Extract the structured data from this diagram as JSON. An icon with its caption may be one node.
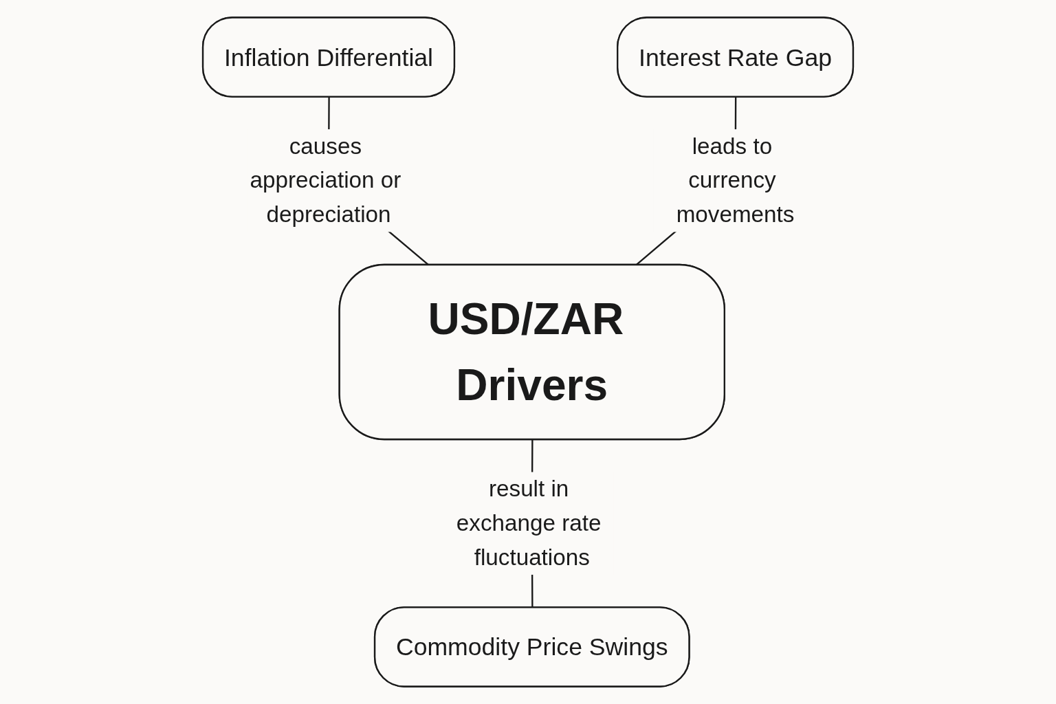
{
  "diagram": {
    "nodes": [
      {
        "text": [
          "Inflation Differential"
        ]
      },
      {
        "text": [
          "Interest Rate Gap"
        ]
      },
      {
        "text": [
          "USD/ZAR Drivers"
        ]
      },
      {
        "text": [
          "Commodity Price Swings"
        ]
      }
    ],
    "edges": [
      {
        "from": 0,
        "to": 2,
        "arrow": "none",
        "label": "causes appreciation or depreciation"
      },
      {
        "from": 1,
        "to": 2,
        "arrow": "none",
        "label": "leads to currency movements"
      },
      {
        "from": 2,
        "to": 3,
        "arrow": "none",
        "label": "result in exchange rate fluctuations"
      }
    ]
  }
}
